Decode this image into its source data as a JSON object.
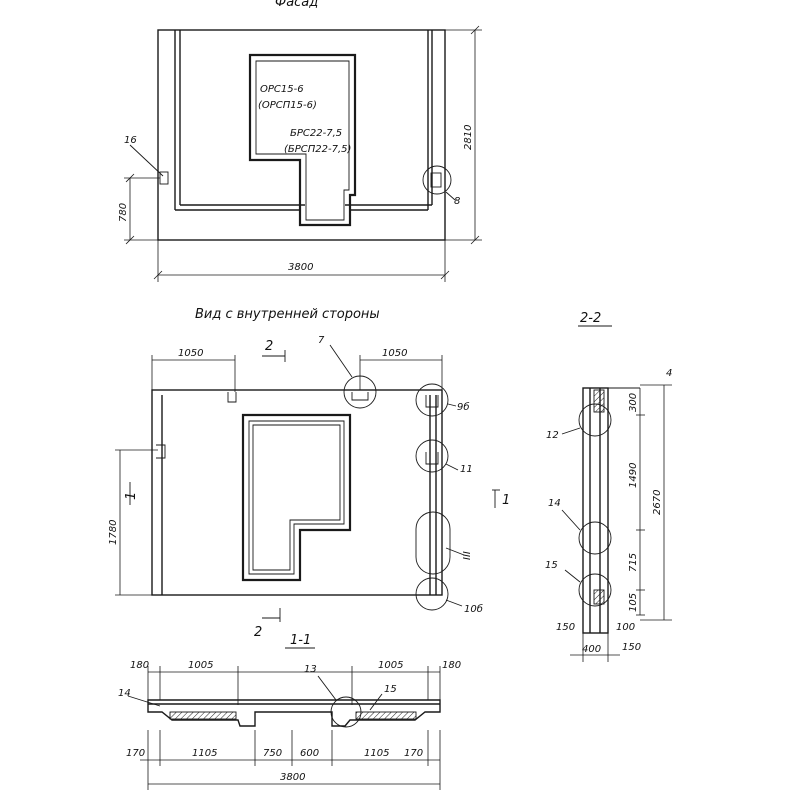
{
  "facade": {
    "title_partial": "Фасад",
    "panel_codes": [
      "ОРС15-6",
      "(ОРСП15-6)",
      "БРС22-7,5",
      "(БРСП22-7,5)"
    ],
    "dim_width": "3800",
    "dim_height": "2810",
    "dim_low": "780",
    "callout_left": "16",
    "callout_right": "8"
  },
  "inner_view": {
    "title": "Вид с внутренней стороны",
    "dim_left": "1050",
    "dim_right": "1050",
    "dim_height": "1780",
    "section_mark_top": "2",
    "section_mark_bottom": "2",
    "section_mark_side_left": "1",
    "section_mark_side_right": "1",
    "callouts": [
      "7",
      "9б",
      "11",
      "III",
      "10б"
    ]
  },
  "section_2_2": {
    "title": "2-2",
    "dims_right": [
      "300",
      "1490",
      "715",
      "105"
    ],
    "dim_total": "2670",
    "dims_bottom": [
      "150",
      "100",
      "400",
      "150"
    ],
    "callouts": [
      "12",
      "14",
      "15"
    ],
    "corner_mark": "4"
  },
  "section_1_1": {
    "title": "1-1",
    "dims_top": [
      "180",
      "1005",
      "1005",
      "180"
    ],
    "dims_bottom": [
      "170",
      "1105",
      "750",
      "600",
      "1105",
      "170"
    ],
    "dim_total": "3800",
    "callouts": [
      "14",
      "13",
      "15"
    ]
  }
}
